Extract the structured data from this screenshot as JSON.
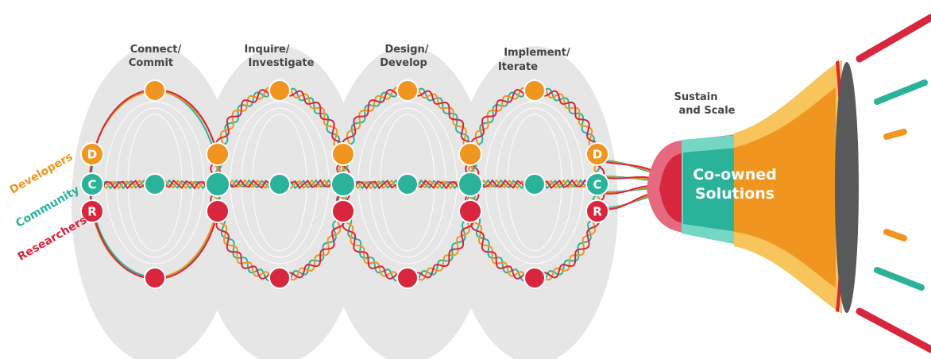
{
  "phases": [
    {
      "line1": "Connect/",
      "line2": "Commit"
    },
    {
      "line1": "Inquire/",
      "line2": "Investigate"
    },
    {
      "line1": "Design/",
      "line2": "Develop"
    },
    {
      "line1": "Implement/",
      "line2": "Iterate"
    }
  ],
  "sustain": {
    "line1": "Sustain",
    "line2": "and Scale"
  },
  "roles": [
    {
      "label": "Developers",
      "letter": "D",
      "color": "#f0951f"
    },
    {
      "label": "Community",
      "letter": "C",
      "color": "#2bb39a"
    },
    {
      "label": "Researchers",
      "letter": "R",
      "color": "#d7263d"
    }
  ],
  "megaphone": {
    "line1": "Co-owned",
    "line2": "Solutions"
  },
  "colors": {
    "orange": "#f0951f",
    "teal": "#2bb39a",
    "red": "#d7263d",
    "light_orange": "#f8c45c",
    "light_teal": "#76d6c4",
    "pink": "#e66a7e",
    "ellipse": "#e6e6e7",
    "bell": "#58595b"
  }
}
